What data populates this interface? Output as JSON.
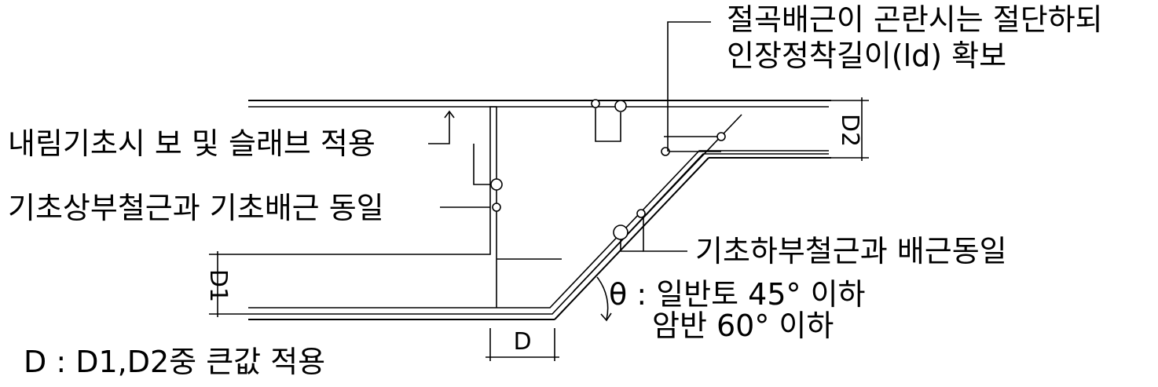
{
  "labels": {
    "bent_bar_line1": "절곡배근이 곤란시는 절단하되",
    "bent_bar_line2": "인장정착길이(ld) 확보",
    "drop_foundation": "내림기초시 보 및 슬래브 적용",
    "top_rebar": "기초상부철근과 기초배근 동일",
    "bottom_rebar": "기초하부철근과 배근동일",
    "angle_soil": "θ : 일반토 45° 이하",
    "angle_rock": "암반 60° 이하",
    "d_rule": "D : D1,D2중 큰값 적용"
  },
  "dimensions": {
    "d": "D",
    "d1": "D1",
    "d2": "D2"
  }
}
